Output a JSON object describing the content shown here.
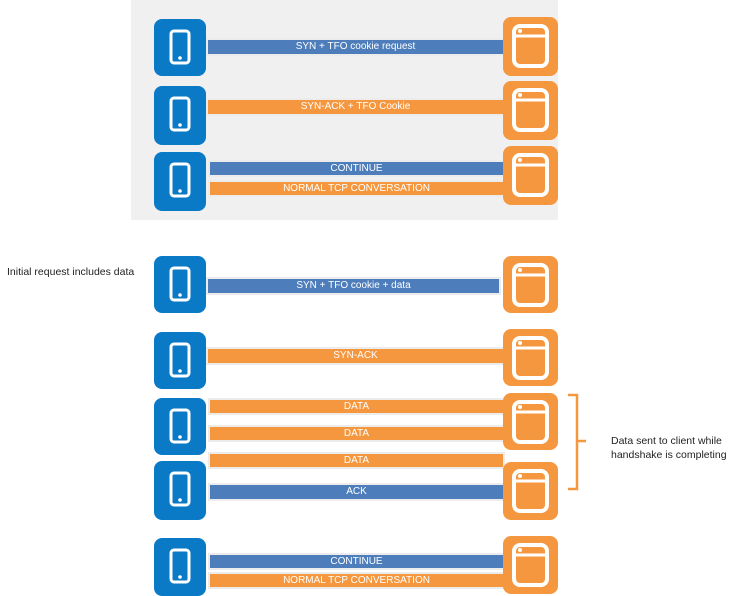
{
  "colors": {
    "client_blue": "#0a7ac7",
    "server_orange": "#f5973f",
    "message_blue": "#4d7dba",
    "panel_gray": "#f0f0f0"
  },
  "top_panel": {
    "messages": [
      {
        "label": "SYN + TFO cookie request",
        "direction": "client-to-server",
        "color": "blue"
      },
      {
        "label": "SYN-ACK + TFO Cookie",
        "direction": "server-to-client",
        "color": "orange"
      },
      {
        "label": "CONTINUE",
        "direction": "client-to-server",
        "color": "blue"
      },
      {
        "label": "NORMAL TCP CONVERSATION",
        "direction": "server-to-client",
        "color": "orange"
      }
    ]
  },
  "bottom_flow": {
    "note_left": "Initial request includes data",
    "messages": [
      {
        "label": "SYN + TFO cookie + data",
        "direction": "client-to-server",
        "color": "blue"
      },
      {
        "label": "SYN-ACK",
        "direction": "server-to-client",
        "color": "orange"
      },
      {
        "label": "DATA",
        "direction": "server-to-client",
        "color": "orange"
      },
      {
        "label": "DATA",
        "direction": "server-to-client",
        "color": "orange"
      },
      {
        "label": "DATA",
        "direction": "server-to-client",
        "color": "orange"
      },
      {
        "label": "ACK",
        "direction": "client-to-server",
        "color": "blue"
      },
      {
        "label": "CONTINUE",
        "direction": "client-to-server",
        "color": "blue"
      },
      {
        "label": "NORMAL TCP CONVERSATION",
        "direction": "server-to-client",
        "color": "orange"
      }
    ],
    "brace_note_line1": "Data sent to client  while",
    "brace_note_line2": "handshake is completing"
  },
  "icons": {
    "client": "smartphone-icon",
    "server": "browser-window-icon"
  }
}
